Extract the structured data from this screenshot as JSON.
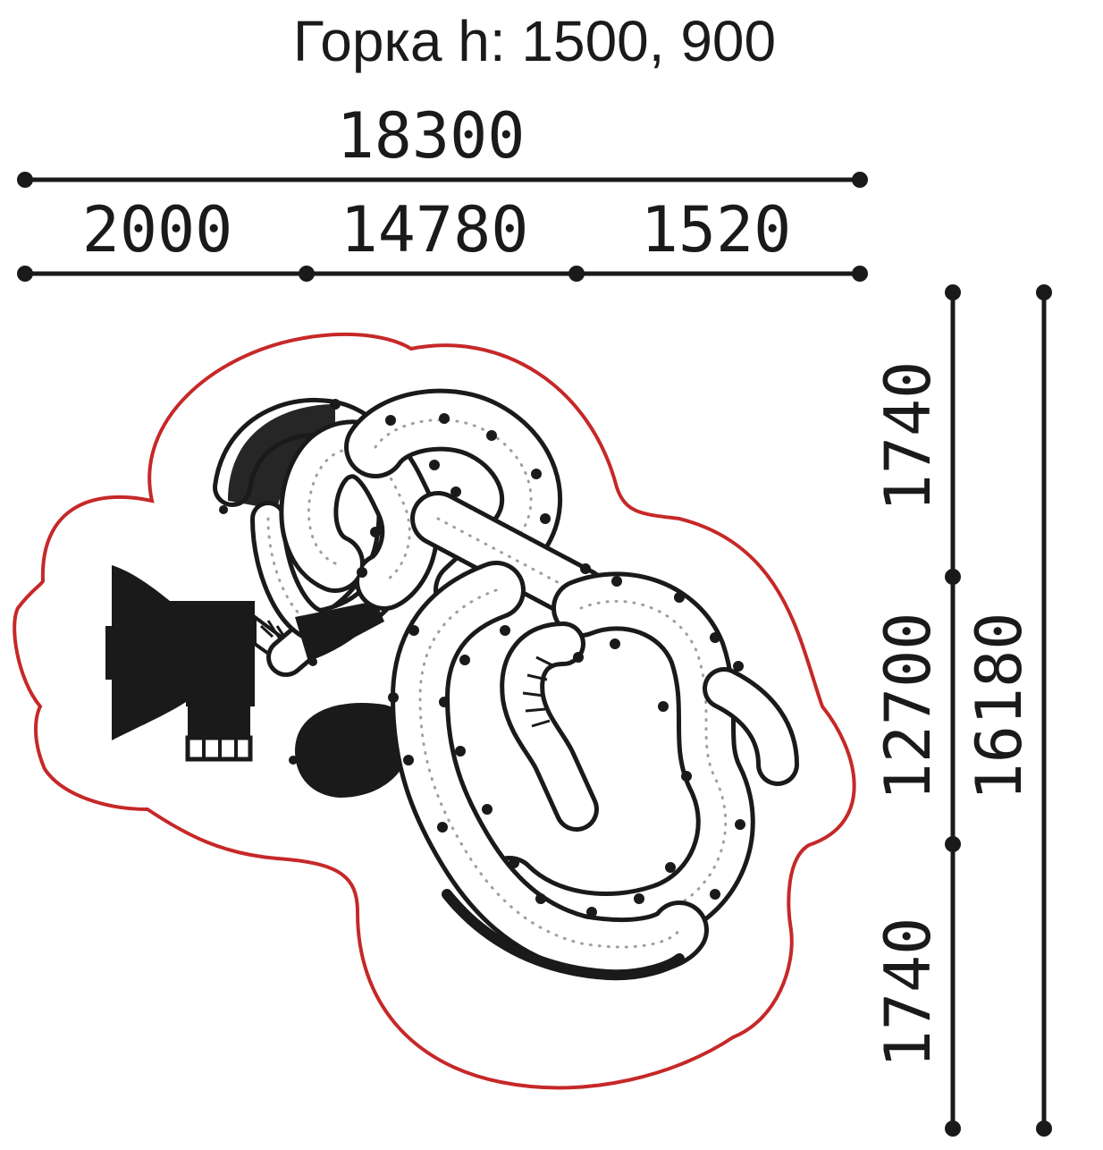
{
  "title": "Горка h: 1500, 900",
  "dimensions": {
    "overall_width": "18300",
    "width_left": "2000",
    "width_middle": "14780",
    "width_right": "1520",
    "height_top": "1740",
    "height_middle": "12700",
    "height_bottom": "1740",
    "overall_height": "16180"
  },
  "colors": {
    "boundary": "#c62828",
    "structure": "#1a1a1a"
  }
}
